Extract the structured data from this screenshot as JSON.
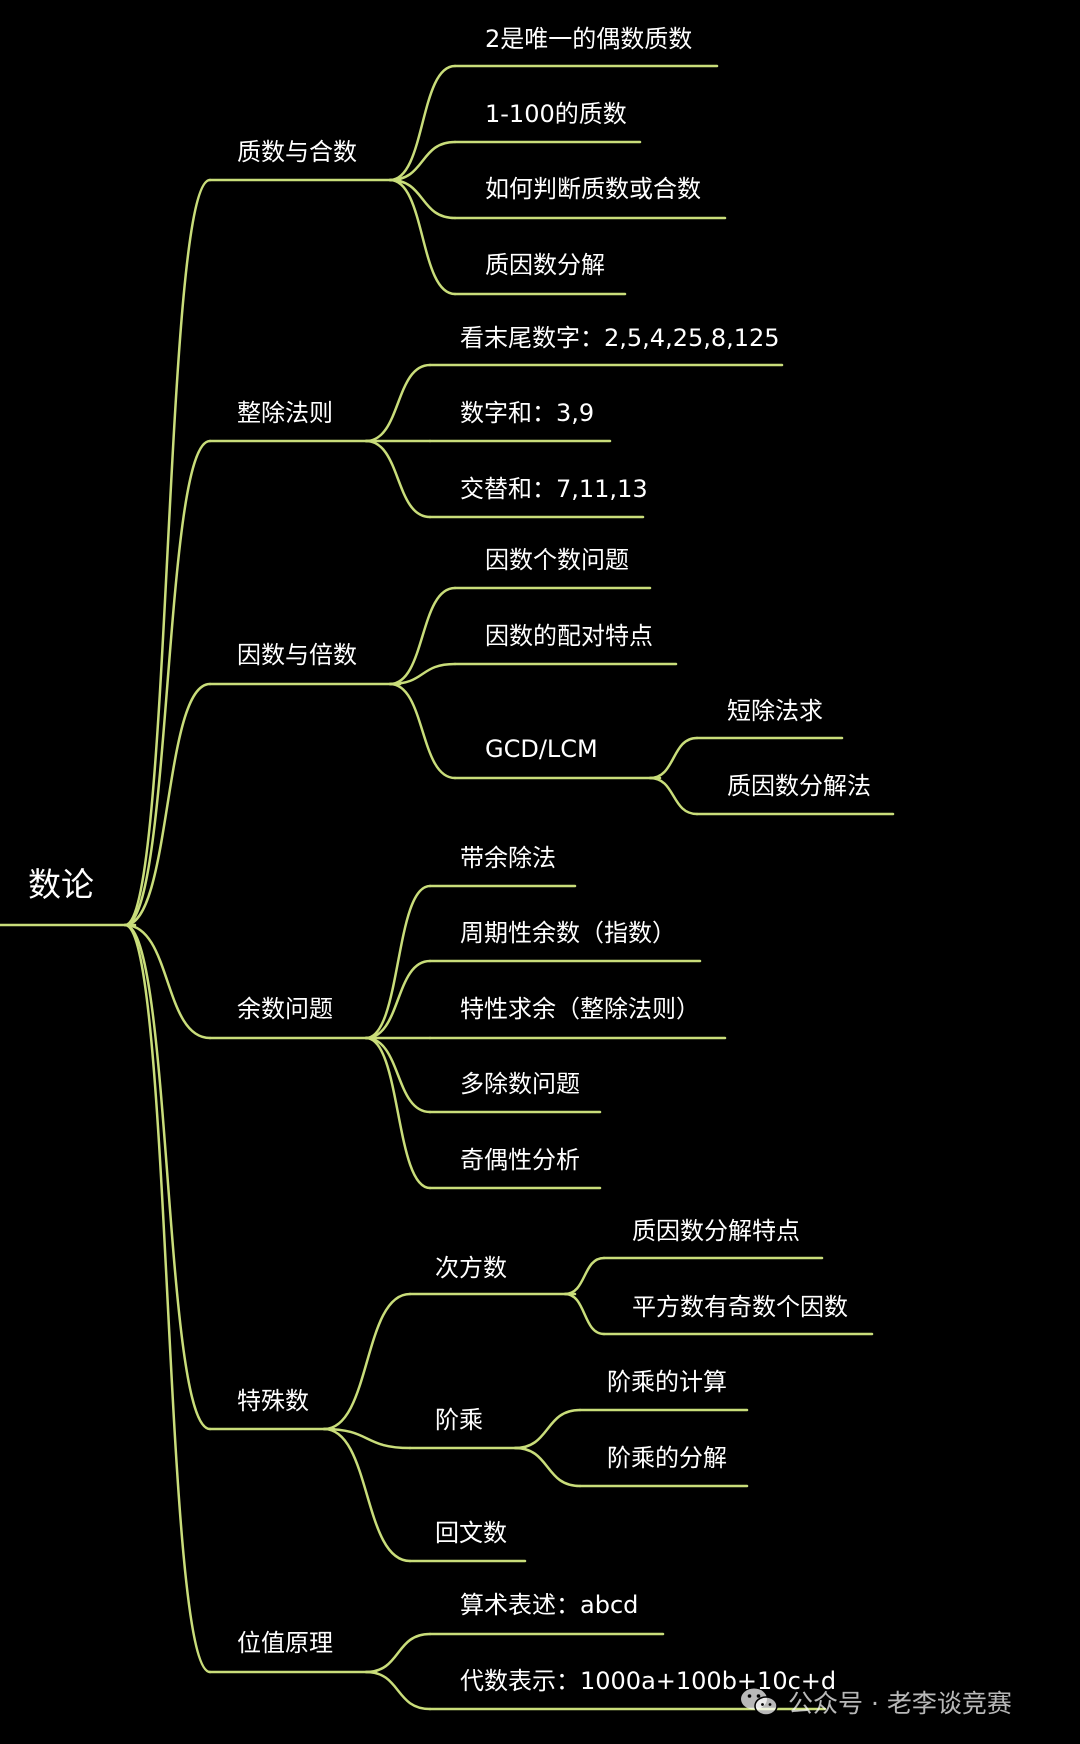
{
  "root": {
    "label": "数论",
    "children": [
      {
        "label": "质数与合数",
        "children": [
          {
            "label": "2是唯一的偶数质数"
          },
          {
            "label": "1-100的质数"
          },
          {
            "label": "如何判断质数或合数"
          },
          {
            "label": "质因数分解"
          }
        ]
      },
      {
        "label": "整除法则",
        "children": [
          {
            "label": "看末尾数字：2,5,4,25,8,125"
          },
          {
            "label": "数字和：3,9"
          },
          {
            "label": "交替和：7,11,13"
          }
        ]
      },
      {
        "label": "因数与倍数",
        "children": [
          {
            "label": "因数个数问题"
          },
          {
            "label": "因数的配对特点"
          },
          {
            "label": "GCD/LCM",
            "children": [
              {
                "label": "短除法求"
              },
              {
                "label": "质因数分解法"
              }
            ]
          }
        ]
      },
      {
        "label": "余数问题",
        "children": [
          {
            "label": "带余除法"
          },
          {
            "label": "周期性余数（指数）"
          },
          {
            "label": "特性求余（整除法则）"
          },
          {
            "label": "多除数问题"
          },
          {
            "label": "奇偶性分析"
          }
        ]
      },
      {
        "label": "特殊数",
        "children": [
          {
            "label": "次方数",
            "children": [
              {
                "label": "质因数分解特点"
              },
              {
                "label": "平方数有奇数个因数"
              }
            ]
          },
          {
            "label": "阶乘",
            "children": [
              {
                "label": "阶乘的计算"
              },
              {
                "label": "阶乘的分解"
              }
            ]
          },
          {
            "label": "回文数"
          }
        ]
      },
      {
        "label": "位值原理",
        "children": [
          {
            "label": "算术表述：abcd"
          },
          {
            "label": "代数表示：1000a+100b+10c+d"
          }
        ]
      }
    ]
  },
  "watermark": {
    "text": "公众号 · 老李谈竞赛",
    "icon": "wechat-icon"
  },
  "colors": {
    "background": "#000000",
    "link": "#c9dd7a",
    "text": "#ffffff"
  }
}
